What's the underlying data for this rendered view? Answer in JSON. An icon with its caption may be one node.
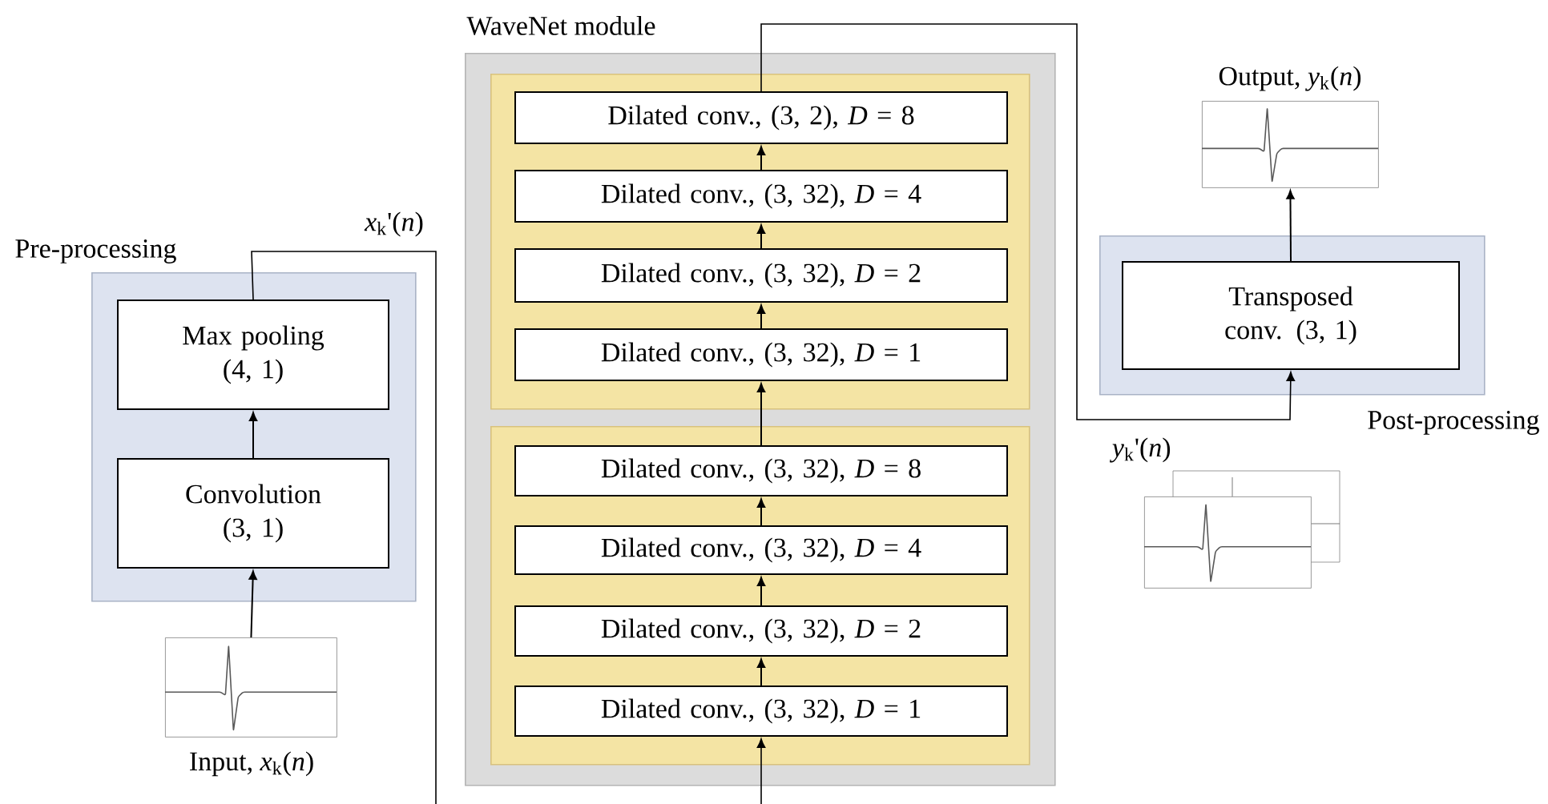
{
  "diagram": {
    "nodes": [
      {
        "text": [
          "Pre-processing"
        ]
      },
      {
        "text": [
          "Max pooling (4, 1)"
        ],
        "in": 0
      },
      {
        "text": [
          "Convolution (3, 1)"
        ],
        "in": 0
      },
      {
        "text": [],
        "shape": "picture",
        "beside": [
          "Input, *x*$_{k}$(*n*)"
        ]
      },
      {
        "text": [
          "WaveNet module"
        ]
      },
      {
        "text": [],
        "shape": "box",
        "in": 4
      },
      {
        "text": [
          "Dilated conv., (3, 2), *D* = 8"
        ],
        "in": 5
      },
      {
        "text": [
          "Dilated conv., (3, 32), *D* = 4"
        ],
        "in": 5
      },
      {
        "text": [
          "Dilated conv., (3, 32), *D* = 2"
        ],
        "in": 5
      },
      {
        "text": [
          "Dilated conv., (3, 32), *D* = 1"
        ],
        "in": 5
      },
      {
        "text": [],
        "shape": "box",
        "in": 4
      },
      {
        "text": [
          "Dilated conv., (3, 32), *D* = 8"
        ],
        "in": 10
      },
      {
        "text": [
          "Dilated conv., (3, 32), *D* = 4"
        ],
        "in": 10
      },
      {
        "text": [
          "Dilated conv., (3, 32), *D* = 2"
        ],
        "in": 10
      },
      {
        "text": [
          "Dilated conv., (3, 32), *D* = 1"
        ],
        "in": 10
      },
      {
        "text": [
          "Post-processing"
        ]
      },
      {
        "text": [
          "Transposed conv. (3, 1)"
        ],
        "in": 15
      },
      {
        "text": [],
        "shape": "picture",
        "beside": [
          "Output, *y*$_{k}$(*n*)"
        ]
      },
      {
        "text": [],
        "shape": "picture",
        "beside": [
          "*y*$_{k}$'(*n*)"
        ]
      }
    ],
    "edges": [
      {
        "from": 3,
        "to": 2,
        "arrow": "to"
      },
      {
        "from": 2,
        "to": 1,
        "arrow": "to"
      },
      {
        "from": 1,
        "to": 14,
        "arrow": "to",
        "label": "*x*$_{k}$'(*n*)"
      },
      {
        "from": 14,
        "to": 13,
        "arrow": "to"
      },
      {
        "from": 13,
        "to": 12,
        "arrow": "to"
      },
      {
        "from": 12,
        "to": 11,
        "arrow": "to"
      },
      {
        "from": 11,
        "to": 9,
        "arrow": "to"
      },
      {
        "from": 9,
        "to": 8,
        "arrow": "to"
      },
      {
        "from": 8,
        "to": 7,
        "arrow": "to"
      },
      {
        "from": 7,
        "to": 6,
        "arrow": "to"
      },
      {
        "from": 6,
        "to": 16,
        "arrow": "to"
      },
      {
        "from": 16,
        "to": 17,
        "arrow": "to"
      }
    ]
  }
}
